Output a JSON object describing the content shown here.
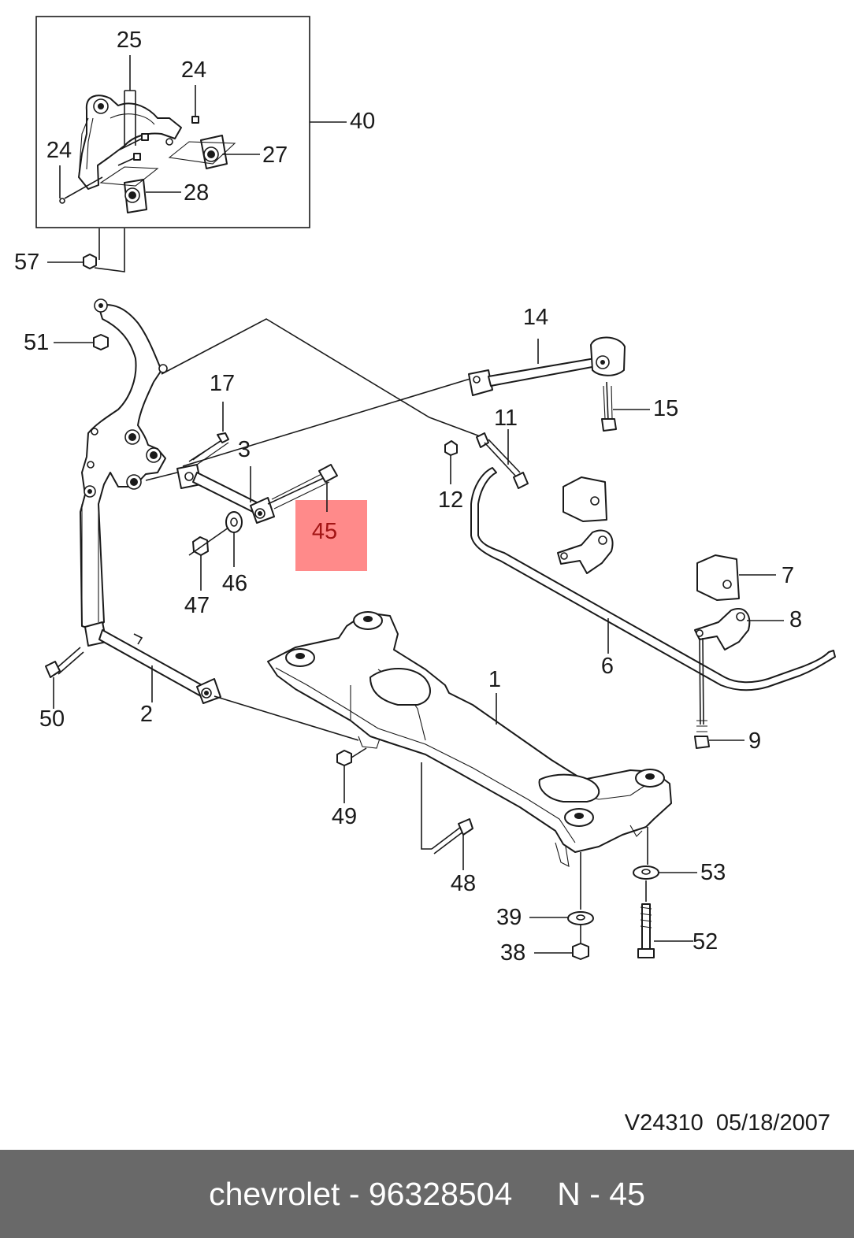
{
  "diagram": {
    "highlight_color": "#ff8a8a",
    "labels": {
      "p1": "1",
      "p2": "2",
      "p3": "3",
      "p6": "6",
      "p7": "7",
      "p8": "8",
      "p9": "9",
      "p11": "11",
      "p12": "12",
      "p14": "14",
      "p15": "15",
      "p17": "17",
      "p24a": "24",
      "p24b": "24",
      "p25": "25",
      "p27": "27",
      "p28": "28",
      "p38": "38",
      "p39": "39",
      "p40": "40",
      "p45": "45",
      "p46": "46",
      "p47": "47",
      "p48": "48",
      "p49": "49",
      "p50": "50",
      "p51": "51",
      "p52": "52",
      "p53": "53",
      "p57": "57"
    },
    "version": "V24310  05/18/2007"
  },
  "footer": {
    "text": "chevrolet - 96328504     N - 45",
    "background": "#696969"
  }
}
